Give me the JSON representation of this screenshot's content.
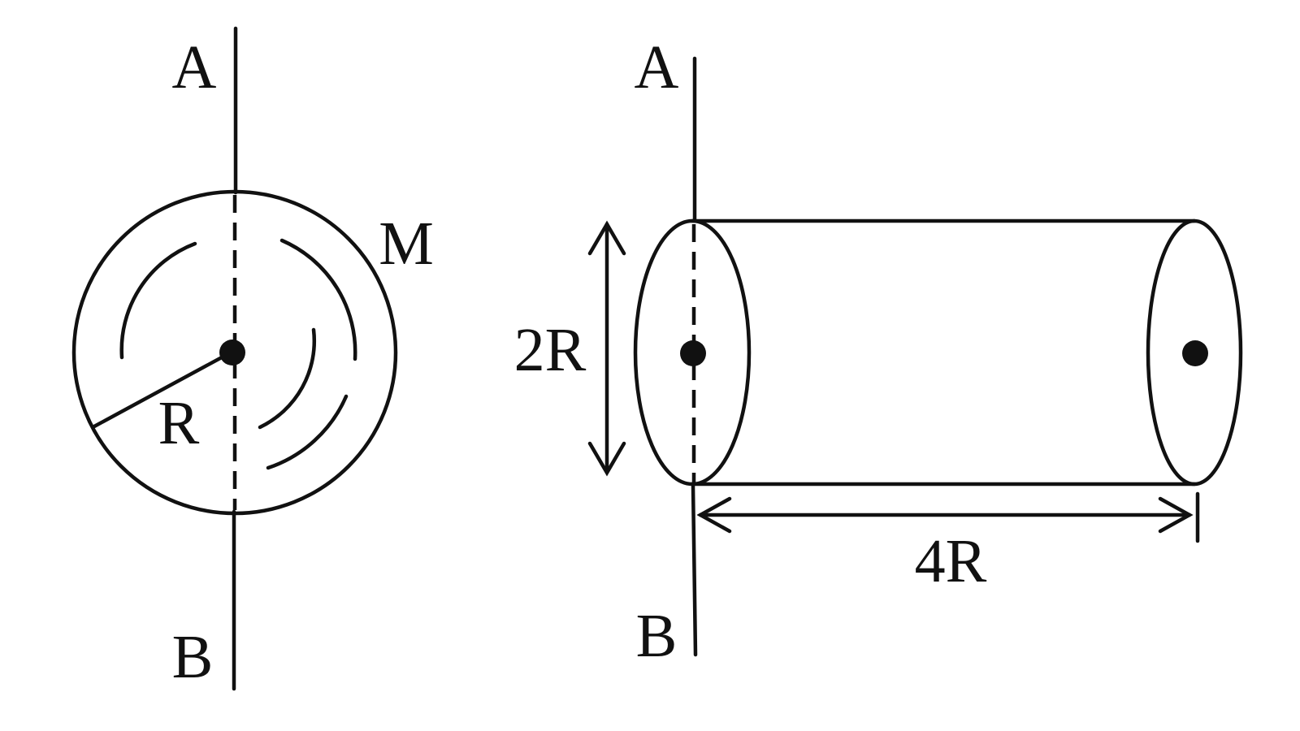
{
  "left_figure": {
    "label_top": "A",
    "label_bottom": "B",
    "label_mass": "M",
    "label_radius": "R"
  },
  "right_figure": {
    "label_top": "A",
    "label_bottom": "B",
    "label_diameter": "2R",
    "label_length": "4R"
  },
  "colors": {
    "ink": "#111111",
    "background": "#ffffff"
  }
}
